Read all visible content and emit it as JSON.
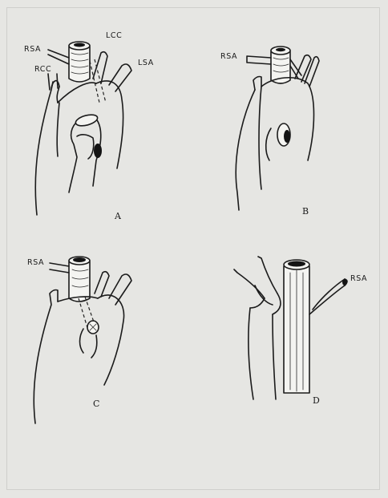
{
  "labels": {
    "a_rsa": "RSA",
    "a_lcc": "LCC",
    "a_rcc": "RCC",
    "a_lsa": "LSA",
    "b_rsa": "RSA",
    "c_rsa": "RSA",
    "d_rsa": "RSA"
  },
  "panels": {
    "a": "A",
    "b": "B",
    "c": "C",
    "d": "D"
  }
}
